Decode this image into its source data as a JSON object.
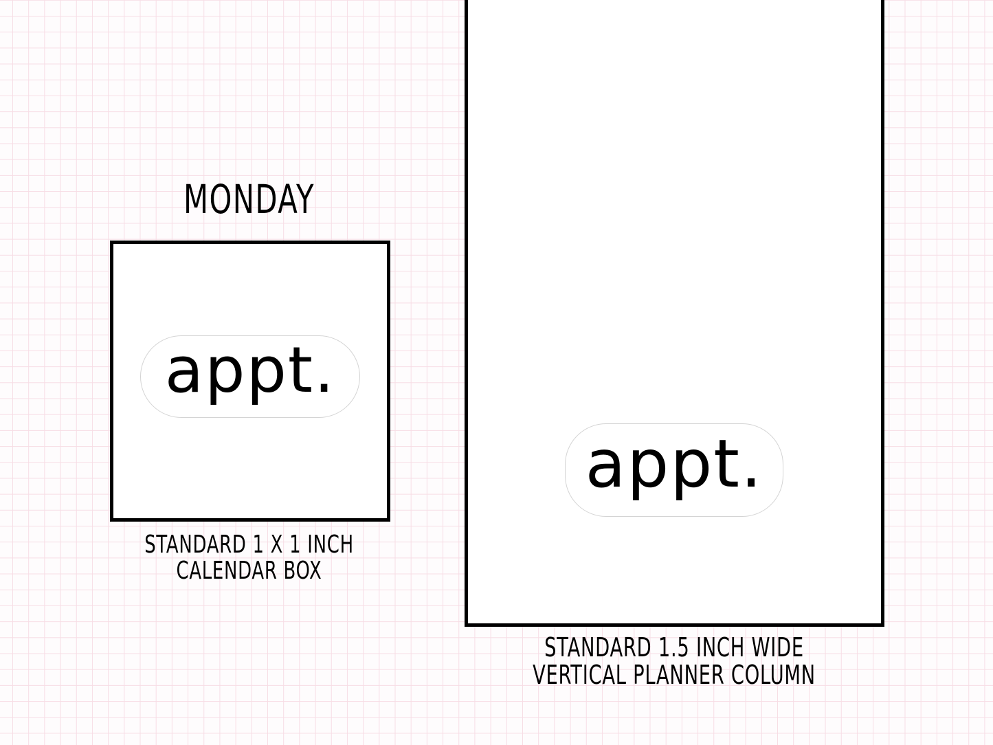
{
  "calendar_example": {
    "day_title": "Monday",
    "sticker_text": "appt.",
    "caption_line1": "Standard 1 x 1 inch",
    "caption_line2": "calendar box"
  },
  "planner_example": {
    "sticker_text": "appt.",
    "caption_line1": "Standard 1.5 inch wide",
    "caption_line2": "vertical planner column"
  },
  "colors": {
    "grid_line": "#f7dde5",
    "background": "#fefcfd",
    "border": "#000000",
    "sticker_outline": "#d4d4d4"
  }
}
